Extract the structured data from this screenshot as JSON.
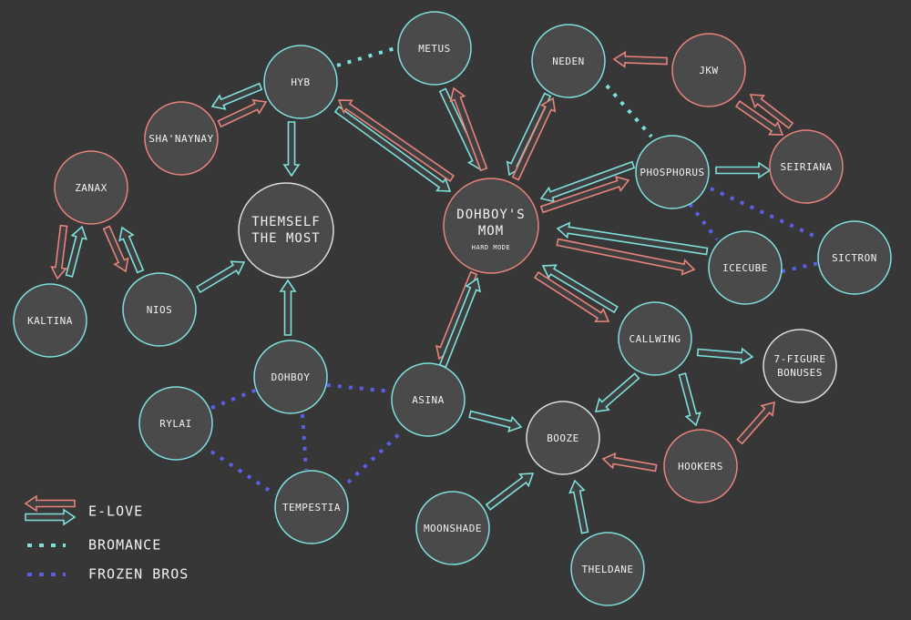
{
  "colors": {
    "background": "#373737",
    "node_fill": "#4a4a4a",
    "elove": "#e8837c",
    "elove_fill": "#3f3f3f",
    "bromance": "#7ee0dc",
    "frozen": "#5a5ee8",
    "neutral": "#dcdcdc"
  },
  "nodes": {
    "hyb": "HYB",
    "metus": "METUS",
    "neden": "NEDEN",
    "jkw": "JKW",
    "shanaynay": "SHA'NAYNAY",
    "zanax": "ZANAX",
    "themself_line1": "THEMSELF",
    "themself_line2": "THE MOST",
    "mom_line1": "DOHBOY'S",
    "mom_line2": "MOM",
    "mom_sub": "HARD MODE",
    "phosphorus": "PHOSPHORUS",
    "seiriana": "SEIRIANA",
    "icecube": "ICECUBE",
    "sictron": "SICTRON",
    "kaltina": "KALTINA",
    "nios": "NIOS",
    "dohboy": "DOHBOY",
    "rylai": "RYLAI",
    "asina": "ASINA",
    "callwing": "CALLWING",
    "figure_line1": "7-FIGURE",
    "figure_line2": "BONUSES",
    "booze": "BOOZE",
    "hookers": "HOOKERS",
    "tempestia": "TEMPESTIA",
    "moonshade": "MOONSHADE",
    "theldane": "THELDANE"
  },
  "legend": {
    "elove": "E-LOVE",
    "bromance": "BROMANCE",
    "frozen": "FROZEN BROS"
  }
}
